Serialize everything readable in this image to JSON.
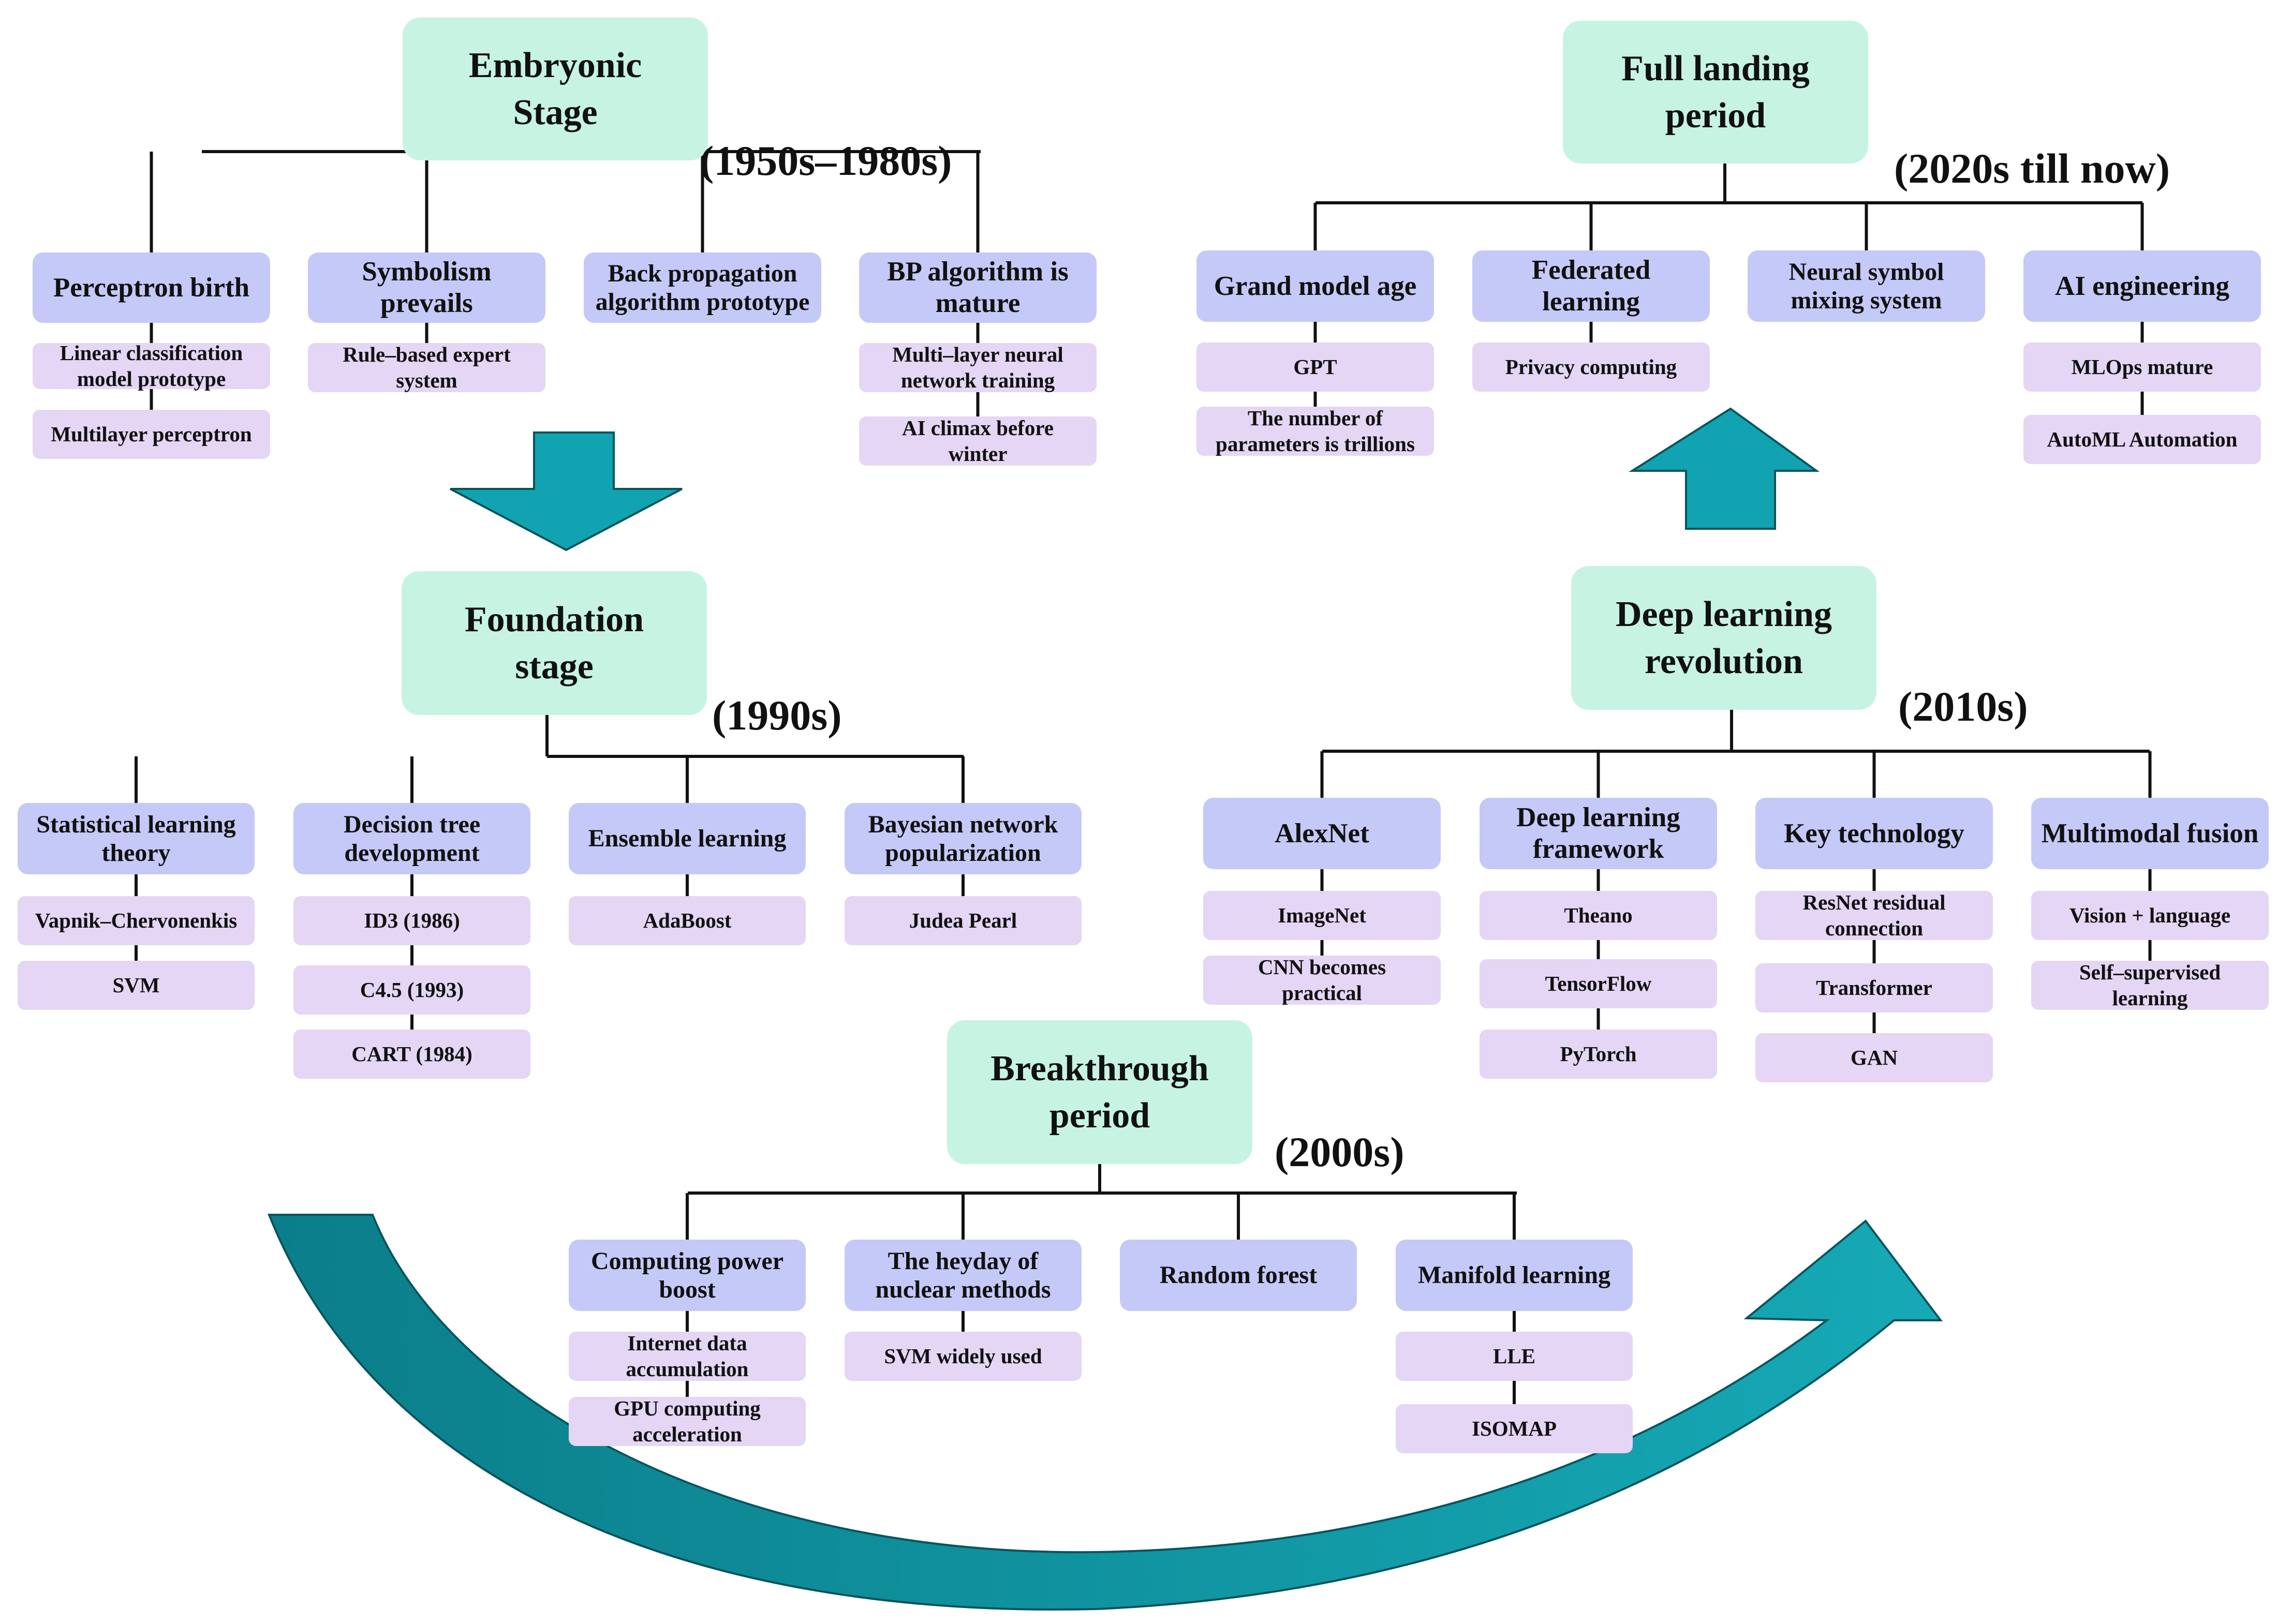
{
  "colors": {
    "stage_box": "#c7f3e3",
    "category_box": "#c5c9f7",
    "item_box": "#e4d6f4",
    "arrow_teal": "#11a3b1",
    "arrow_teal_dark": "#0b7e8a",
    "connector": "#111111"
  },
  "stages": {
    "embryonic": {
      "title": "Embryonic\nStage",
      "years": "(1950s–1980s)",
      "categories": [
        {
          "label": "Perceptron birth",
          "items": [
            "Linear classification\nmodel prototype",
            "Multilayer perceptron"
          ]
        },
        {
          "label": "Symbolism\nprevails",
          "items": [
            "Rule–based expert\nsystem"
          ]
        },
        {
          "label": "Back propagation\nalgorithm prototype",
          "items": []
        },
        {
          "label": "BP algorithm is\nmature",
          "items": [
            "Multi–layer neural\nnetwork training",
            "AI climax before\nwinter"
          ]
        }
      ]
    },
    "foundation": {
      "title": "Foundation\nstage",
      "years": "(1990s)",
      "categories": [
        {
          "label": "Statistical learning\ntheory",
          "items": [
            "Vapnik–Chervonenkis",
            "SVM"
          ]
        },
        {
          "label": "Decision tree\ndevelopment",
          "items": [
            "ID3 (1986)",
            "C4.5 (1993)",
            "CART (1984)"
          ]
        },
        {
          "label": "Ensemble learning",
          "items": [
            "AdaBoost"
          ]
        },
        {
          "label": "Bayesian network\npopularization",
          "items": [
            "Judea Pearl"
          ]
        }
      ]
    },
    "breakthrough": {
      "title": "Breakthrough\nperiod",
      "years": "(2000s)",
      "categories": [
        {
          "label": "Computing power\nboost",
          "items": [
            "Internet data\naccumulation",
            "GPU computing\nacceleration"
          ]
        },
        {
          "label": "The heyday of\nnuclear methods",
          "items": [
            "SVM widely used"
          ]
        },
        {
          "label": "Random forest",
          "items": []
        },
        {
          "label": "Manifold learning",
          "items": [
            "LLE",
            "ISOMAP"
          ]
        }
      ]
    },
    "deep": {
      "title": "Deep learning\nrevolution",
      "years": "(2010s)",
      "categories": [
        {
          "label": "AlexNet",
          "items": [
            "ImageNet",
            "CNN becomes\npractical"
          ]
        },
        {
          "label": "Deep learning\nframework",
          "items": [
            "Theano",
            "TensorFlow",
            "PyTorch"
          ]
        },
        {
          "label": "Key technology",
          "items": [
            "ResNet residual\nconnection",
            "Transformer",
            "GAN"
          ]
        },
        {
          "label": "Multimodal fusion",
          "items": [
            "Vision + language",
            "Self–supervised\nlearning"
          ]
        }
      ]
    },
    "landing": {
      "title": "Full landing\nperiod",
      "years": "(2020s till now)",
      "categories": [
        {
          "label": "Grand model age",
          "items": [
            "GPT",
            "The number of\nparameters is trillions"
          ]
        },
        {
          "label": "Federated\nlearning",
          "items": [
            "Privacy computing"
          ]
        },
        {
          "label": "Neural symbol\nmixing system",
          "items": []
        },
        {
          "label": "AI engineering",
          "items": [
            "MLOps mature",
            "AutoML Automation"
          ]
        }
      ]
    }
  }
}
